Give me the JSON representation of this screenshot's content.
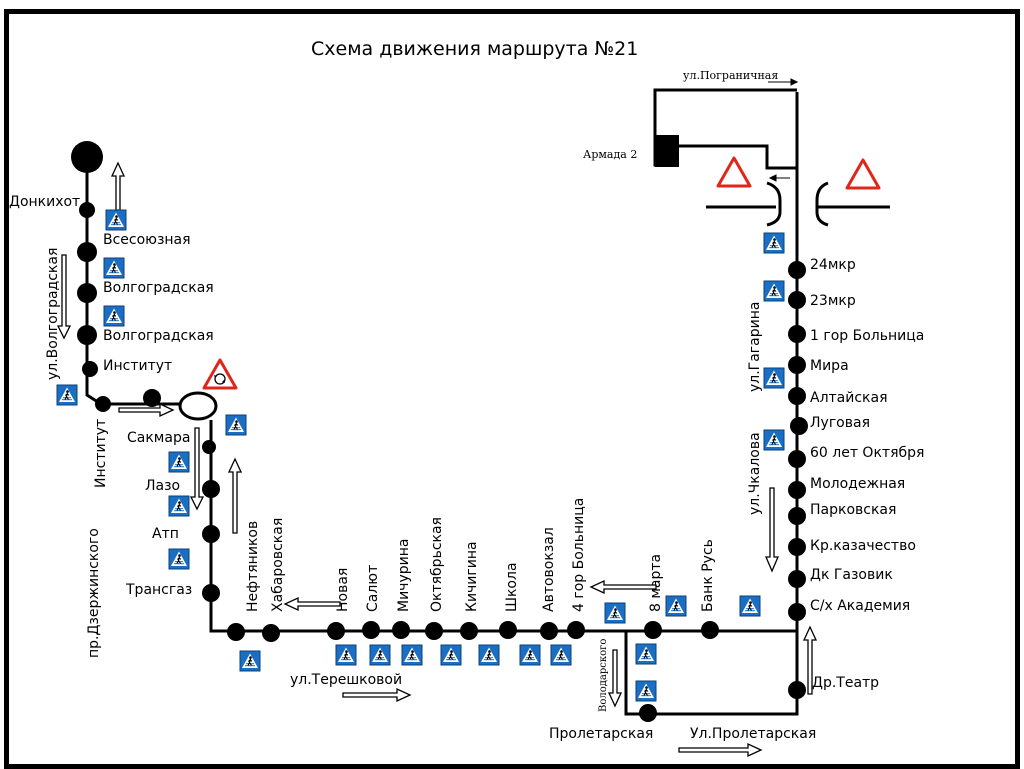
{
  "title": "Схема движения маршрута №21",
  "streets": {
    "volgogradskaya": "ул.Волгоградская",
    "institut": "Институт",
    "dzerzhinskogo": "пр.Дзержинского",
    "tereshkovoy": "ул.Терешковой",
    "volodarskogo": "Володарского",
    "proletarskaya_street": "Ул.Пролетарская",
    "gagarina": "ул.Гагарина",
    "chkalova": "ул.Чкалова",
    "pogranichnaya": "ул.Пограничная"
  },
  "landmarks": {
    "armada": "Армада 2"
  },
  "stops": {
    "left": [
      "Донкихот",
      "Всесоюзная",
      "Волгоградская",
      "Волгоградская",
      "Институт"
    ],
    "middle": [
      "Сакмара",
      "Лазо",
      "Атп",
      "Трансгаз"
    ],
    "bottom": [
      "Нефтяников",
      "Хабаровская",
      "Новая",
      "Салют",
      "Мичурина",
      "Октябрьская",
      "Кичигина",
      "Школа",
      "Автовокзал",
      "4 гор Больница",
      "8 марта",
      "Банк Русь"
    ],
    "proletarskaya": "Пролетарская",
    "right": [
      "24мкр",
      "23мкр",
      "1 гор Больница",
      "Мира",
      "Алтайская",
      "Луговая",
      "60 лет Октября",
      "Молодежная",
      "Парковская",
      "Кр.казачество",
      "Дк  Газовик",
      "С/х Академия",
      "Др.Театр"
    ]
  },
  "icons": {
    "crosswalk": "pedestrian-crossing-sign",
    "warning": "warning-triangle-sign",
    "roundabout": "roundabout-warning-sign",
    "arrow": "direction-arrow"
  },
  "colors": {
    "route": "#000000",
    "sign_blue": "#1a6fc4",
    "sign_red": "#e0251b"
  }
}
